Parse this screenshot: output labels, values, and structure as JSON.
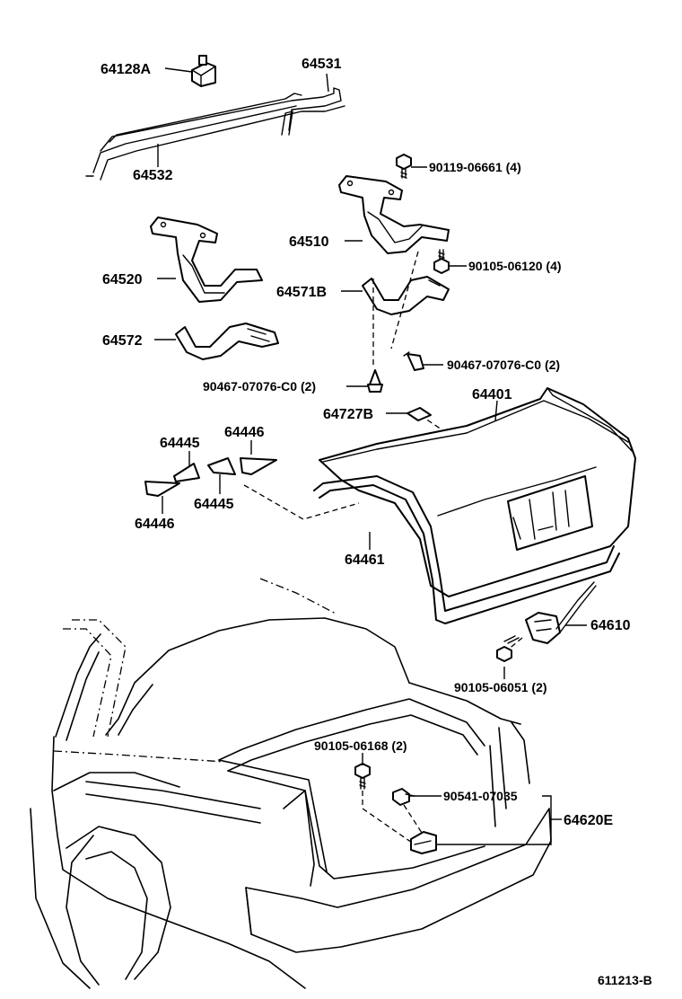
{
  "figure_code": "611213-B",
  "labels": {
    "p64128A": "64128A",
    "p64531": "64531",
    "p64532": "64532",
    "p90119": "90119-06661 (4)",
    "p64510": "64510",
    "p64520": "64520",
    "p90105_06120": "90105-06120 (4)",
    "p64571B": "64571B",
    "p64572": "64572",
    "p90467_left": "90467-07076-C0 (2)",
    "p90467_right": "90467-07076-C0 (2)",
    "p64727B": "64727B",
    "p64401": "64401",
    "p64445_top": "64445",
    "p64446_top": "64446",
    "p64445_mid": "64445",
    "p64446_bot": "64446",
    "p64461": "64461",
    "p64610": "64610",
    "p90105_06051": "90105-06051 (2)",
    "p90105_06168": "90105-06168 (2)",
    "p90541": "90541-07035",
    "p64620E": "64620E"
  }
}
